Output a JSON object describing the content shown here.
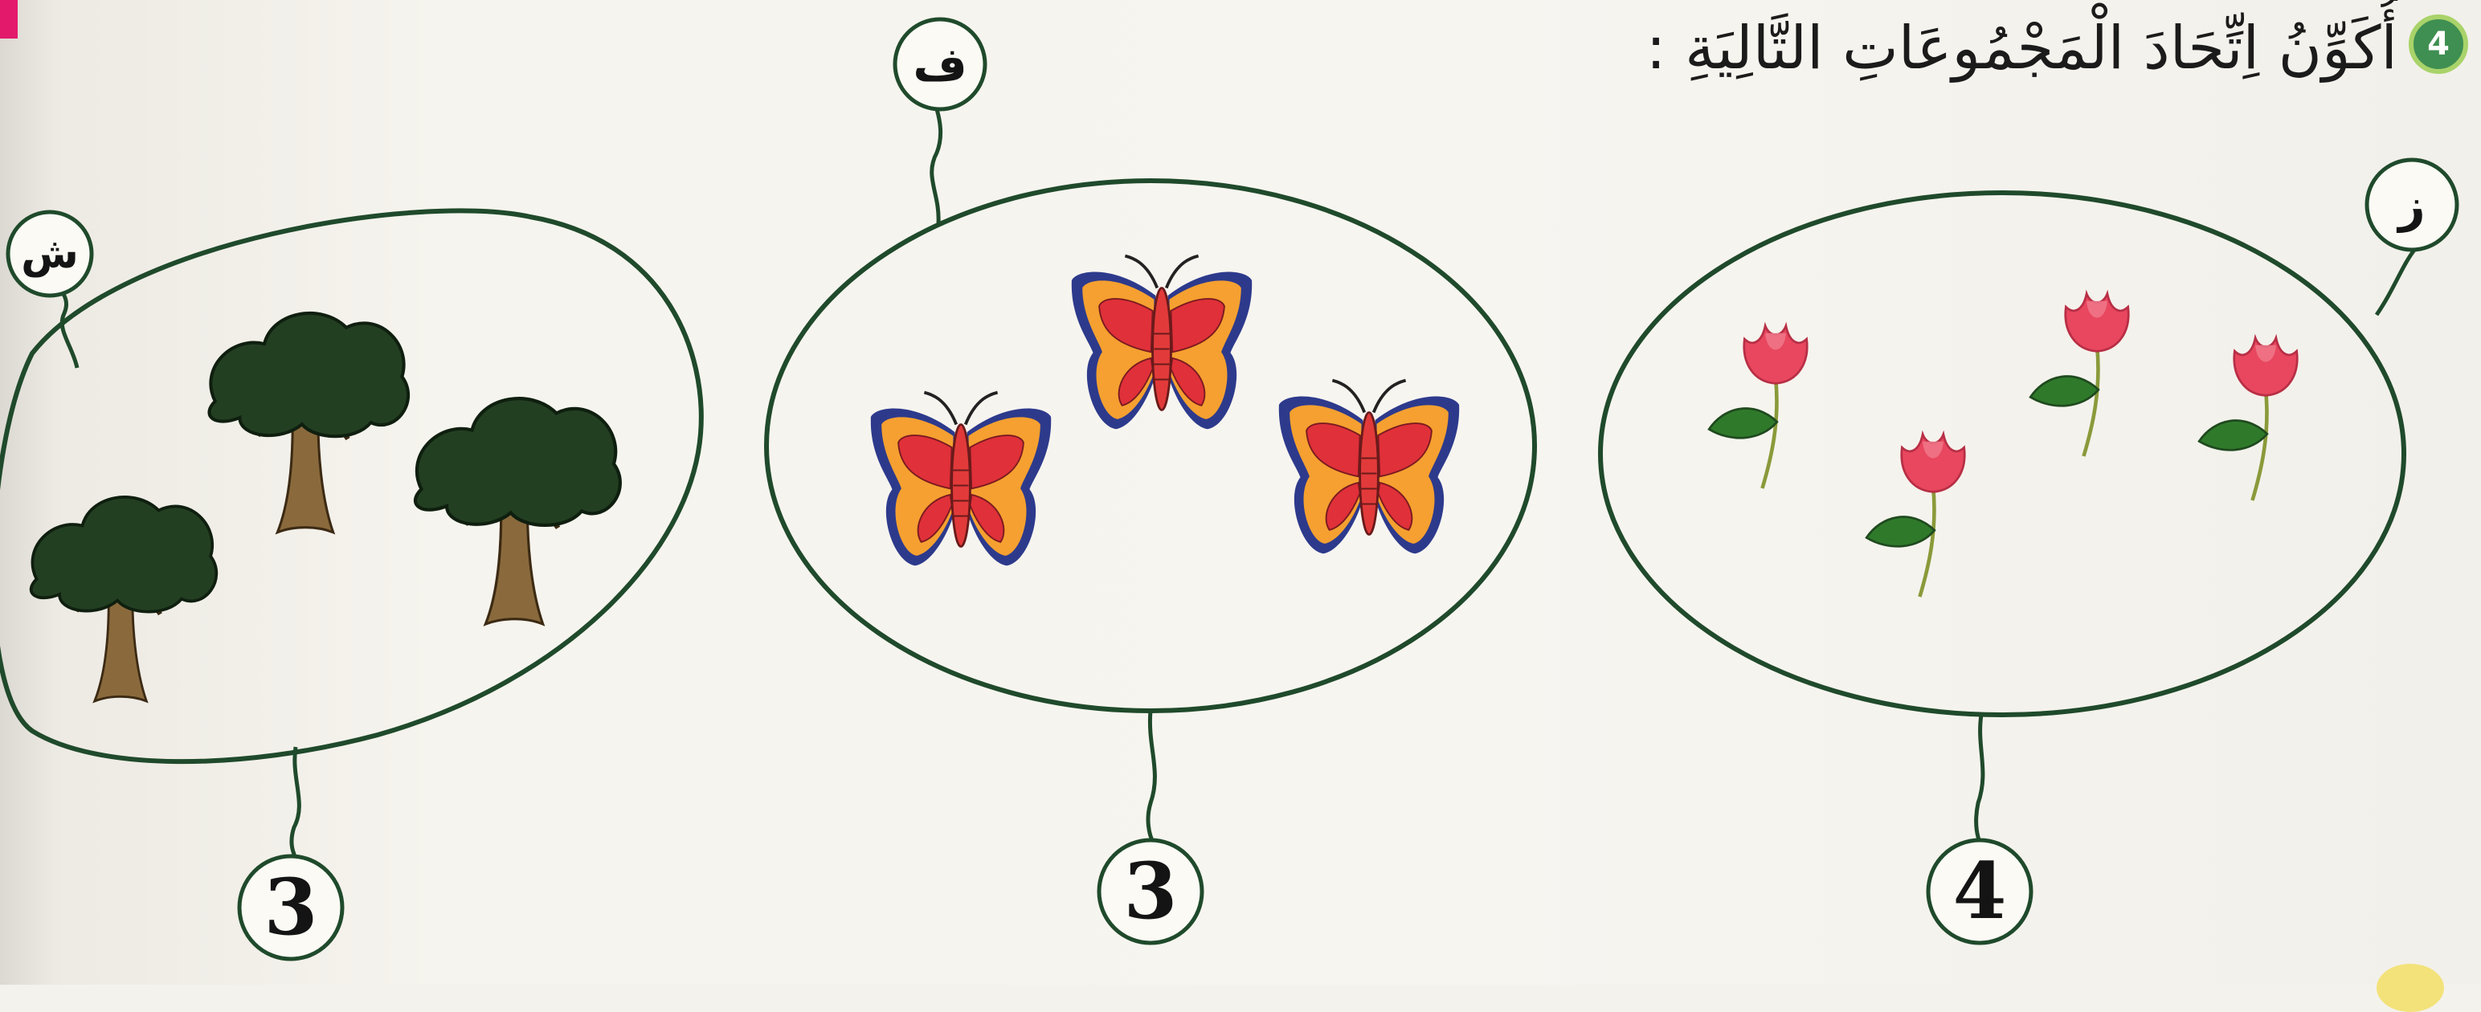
{
  "exercise": {
    "number": "4",
    "instruction": "أُكَوِّنُ اِتِّحَادَ الْمَجْمُوعَاتِ التَّالِيَةِ :"
  },
  "sets": [
    {
      "name": "ز",
      "items": "flower",
      "item_count": 4,
      "count_label": "4"
    },
    {
      "name": "ف",
      "items": "butterfly",
      "item_count": 3,
      "count_label": "3"
    },
    {
      "name": "ش",
      "items": "tree",
      "item_count": 3,
      "count_label": "3"
    }
  ],
  "colors": {
    "outline": "#1f4a2b",
    "badge": "#3f8f52",
    "flower": "#e8475f",
    "leaf": "#2f7a2a",
    "butterfly_wing": "#f5a030",
    "butterfly_edge": "#2d3a8c",
    "tree_crown": "#233f22",
    "tree_trunk": "#8a6a3c"
  }
}
